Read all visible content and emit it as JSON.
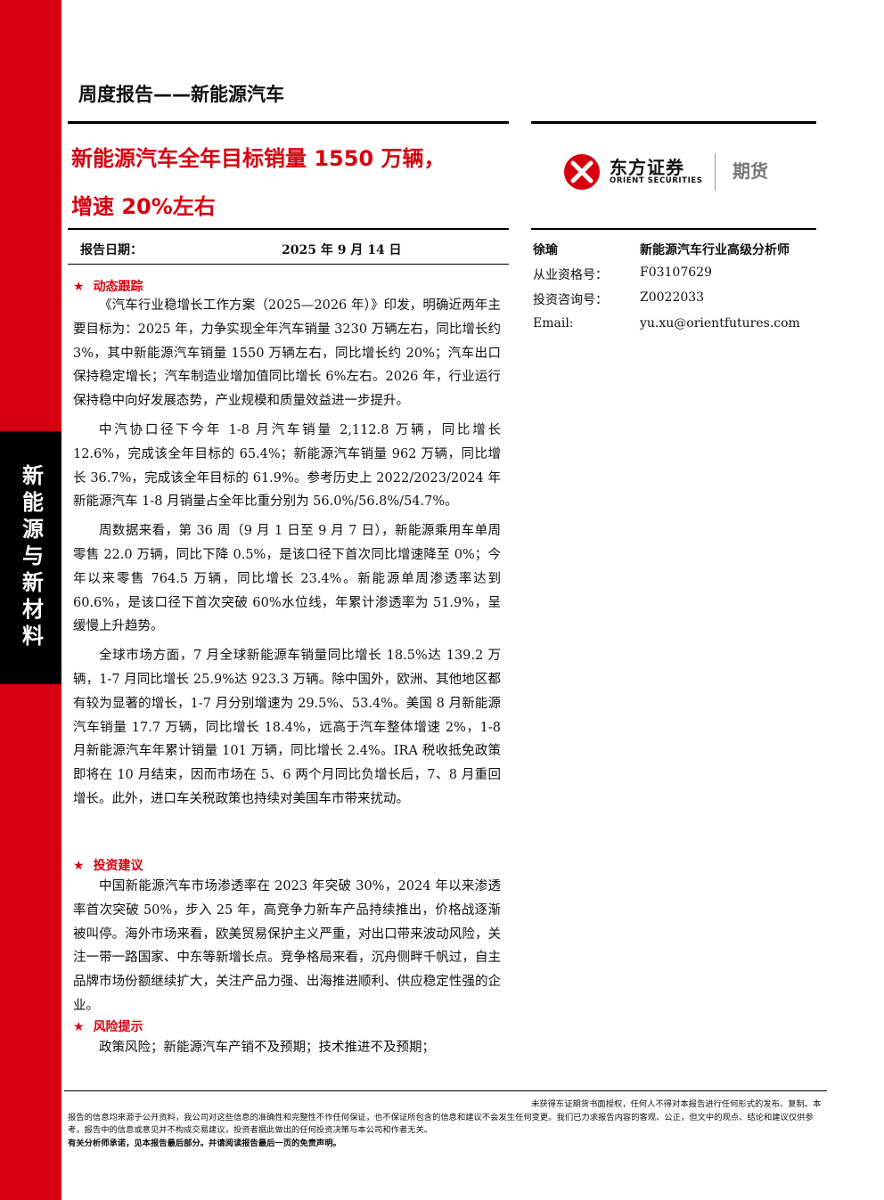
{
  "sector": "新能源与新材料",
  "report_type": "周度报告——新能源汽车",
  "title_lines": [
    "新能源汽车全年目标销量 1550 万辆，",
    "增速 20%左右"
  ],
  "logo": {
    "cn": "东方证券",
    "en": "ORIENT SECURITIES",
    "suffix": "期货",
    "brand_color": "#d7000f"
  },
  "report_date": {
    "label": "报告日期：",
    "value": "2025 年 9 月 14 日"
  },
  "analyst": {
    "name": "徐瑜",
    "title": "新能源汽车行业高级分析师",
    "qualification_label": "从业资格号：",
    "qualification": "F03107629",
    "consulting_label": "投资咨询号：",
    "consulting": "Z0022033",
    "email_label": "Email:",
    "email": "yu.xu@orientfutures.com"
  },
  "sections": [
    {
      "heading": "动态跟踪",
      "paragraphs": [
        "《汽车行业稳增长工作方案（2025—2026 年）》印发，明确近两年主要目标为：2025 年，力争实现全年汽车销量 3230 万辆左右，同比增长约 3%，其中新能源汽车销量 1550 万辆左右，同比增长约 20%；汽车出口保持稳定增长；汽车制造业增加值同比增长 6%左右。2026 年，行业运行保持稳中向好发展态势，产业规模和质量效益进一步提升。",
        "中汽协口径下今年 1-8 月汽车销量 2,112.8 万辆，同比增长 12.6%，完成该全年目标的 65.4%；新能源汽车销量 962 万辆，同比增长 36.7%，完成该全年目标的 61.9%。参考历史上 2022/2023/2024 年新能源汽车 1-8 月销量占全年比重分别为 56.0%/56.8%/54.7%。",
        "周数据来看，第 36 周（9 月 1 日至 9 月 7 日），新能源乘用车单周零售 22.0 万辆，同比下降 0.5%，是该口径下首次同比增速降至 0%；今年以来零售 764.5 万辆，同比增长 23.4%。新能源单周渗透率达到 60.6%，是该口径下首次突破 60%水位线，年累计渗透率为 51.9%，呈缓慢上升趋势。",
        "全球市场方面，7 月全球新能源车销量同比增长 18.5%达 139.2 万辆，1-7 月同比增长 25.9%达 923.3 万辆。除中国外，欧洲、其他地区都有较为显著的增长，1-7 月分别增速为 29.5%、53.4%。美国 8 月新能源汽车销量 17.7 万辆，同比增长 18.4%，远高于汽车整体增速 2%，1-8 月新能源汽车年累计销量 101 万辆，同比增长 2.4%。IRA 税收抵免政策即将在 10 月结束，因而市场在 5、6 两个月同比负增长后，7、8 月重回增长。此外，进口车关税政策也持续对美国车市带来扰动。"
      ]
    },
    {
      "heading": "投资建议",
      "paragraphs": [
        "中国新能源汽车市场渗透率在 2023 年突破 30%，2024 年以来渗透率首次突破 50%，步入 25 年，高竞争力新车产品持续推出，价格战逐渐被叫停。海外市场来看，欧美贸易保护主义严重，对出口带来波动风险，关注一带一路国家、中东等新增长点。竞争格局来看，沉舟侧畔千帆过，自主品牌市场份额继续扩大，关注产品力强、出海推进顺利、供应稳定性强的企业。"
      ]
    },
    {
      "heading": "风险提示",
      "paragraphs": [
        "政策风险；新能源汽车产销不及预期；技术推进不及预期；"
      ]
    }
  ],
  "disclaimer": {
    "text": "未获得东证期货书面授权，任何人不得对本报告进行任何形式的发布、复制。本报告的信息均来源于公开资料，我公司对这些信息的准确性和完整性不作任何保证，也不保证所包含的信息和建议不会发生任何变更。我们已力求报告内容的客观、公正，但文中的观点、结论和建议仅供参考，报告中的信息或意见并不构成交易建议，投资者据此做出的任何投资决策与本公司和作者无关。",
    "bold_line": "有关分析师承诺，见本报告最后部分。并请阅读报告最后一页的免责声明。"
  }
}
